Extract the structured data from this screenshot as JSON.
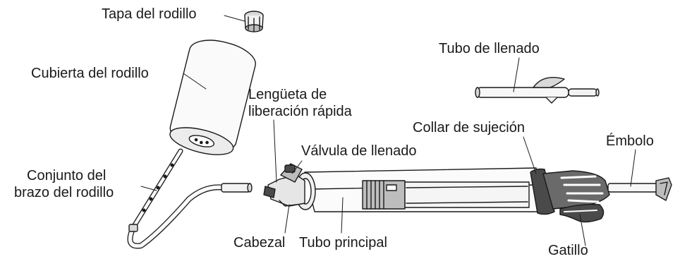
{
  "labels": {
    "tapa_rodillo": "Tapa del rodillo",
    "cubierta_rodillo": "Cubierta del rodillo",
    "tubo_llenado": "Tubo de llenado",
    "lengueta_l1": "Lengüeta de",
    "lengueta_l2": "liberación rápida",
    "valvula_llenado": "Válvula de llenado",
    "collar_sujecion": "Collar de sujeción",
    "embolo": "Émbolo",
    "conjunto_l1": "Conjunto del",
    "conjunto_l2": "brazo del rodillo",
    "cabezal": "Cabezal",
    "tubo_principal": "Tubo principal",
    "gatillo": "Gatillo"
  },
  "colors": {
    "line": "#1a1a1a",
    "fill_light": "#f2f2f2",
    "fill_mid": "#d9d9d9",
    "fill_dark": "#4a4a4a"
  }
}
